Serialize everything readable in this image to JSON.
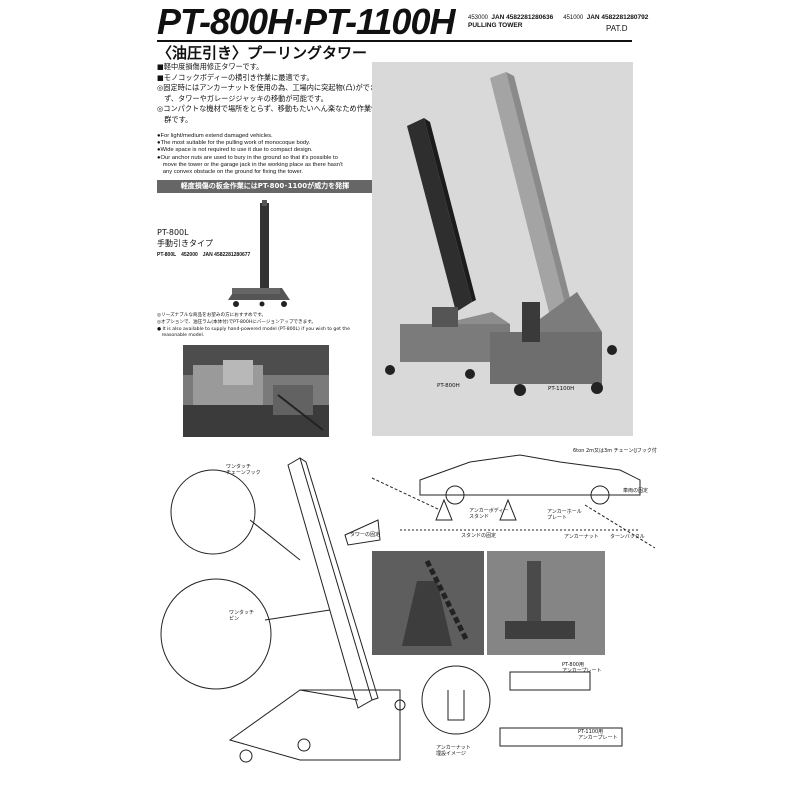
{
  "header": {
    "title": "PT-800H·PT-1100H",
    "code_800": "453000",
    "jan_800": "JAN 4582281280636",
    "code_1100": "451000",
    "jan_1100": "JAN 4582281280792",
    "subtitle_en": "PULLING TOWER",
    "patent": "PAT.D"
  },
  "subtitle": "〈油圧引き〉プーリングタワー",
  "features_jp": [
    "■軽中度損傷用修正タワーです。",
    "■モノコックボディーの横引き作業に最適です。",
    "◎固定時にはアンカーナットを使用の為、工場内に突起物(凸)ができ",
    "　ず、タワーやガレージジャッキの移動が可能です。",
    "◎コンパクトな機材で場所をとらず、移動もたいへん楽なため作業性抜",
    "　群です。"
  ],
  "features_en": [
    "●For light/medium extend damaged vehicles.",
    "●The most suitable for the pulling work of monocoque body.",
    "●Wide space is not required to use it due to compact design.",
    "●Our anchor nuts are used to bury in the ground so that it's possible to",
    "　move the tower or the garage jack in the working place as there hasn't",
    "　any convex obstacle on the ground for fixing the tower."
  ],
  "banner": "軽度損傷の板金作業にはPT-800･1100が威力を発揮",
  "model_800l": {
    "name": "PT-800L",
    "subtitle": "手動引きタイプ",
    "code_line": "PT-800L　452000　JAN 4582281280677"
  },
  "notes": [
    "◎リーズナブルな商品をお望みの方におすすめです。",
    "◎オプションで、油圧ラム(本体付)でPT-800Hにバージョンアップできます。",
    "● It is also available to supply hand-powered model (PT-800L) if you wish to get the",
    "　reasonable model."
  ],
  "photo_labels": {
    "pt800h": "PT-800H",
    "pt1100h": "PT-1100H"
  },
  "diagram_labels": {
    "one_touch_hook": [
      "ワンタッチ",
      "チェーンフック"
    ],
    "one_touch_pin": [
      "ワンタッチ",
      "ピン"
    ],
    "chain_spec": "6ton 2m又は3m チェーン(Jフック付",
    "vehicle_fix": "車両の固定",
    "anchor_hole_plate": [
      "アンカーホール",
      "プレート"
    ],
    "anchor_body_stand": [
      "アンカーボディー",
      "スタンド"
    ],
    "tower_fix": "タワーの固定",
    "stand_fix": "スタンドの固定",
    "anchor_nut": "アンカーナット",
    "turnbuckle": "ターンバックル",
    "anchor_nut_image": [
      "アンカーナット",
      "埋設イメージ"
    ],
    "plate_800": [
      "PT-800用",
      "アンカープレート"
    ],
    "plate_1100": [
      "PT-1100用",
      "アンカープレート"
    ]
  }
}
